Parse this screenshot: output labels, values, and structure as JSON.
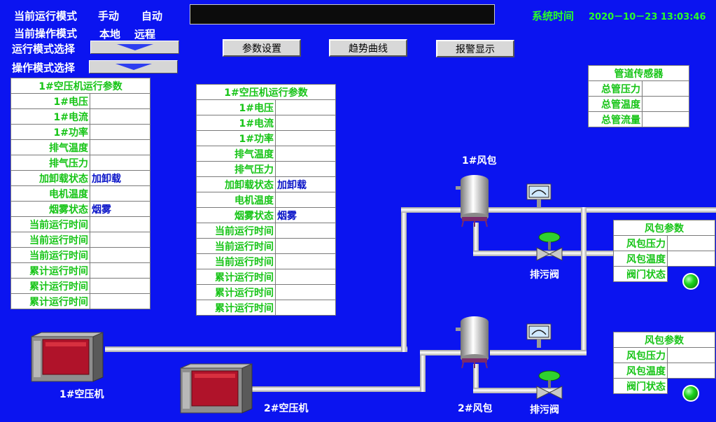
{
  "header": {
    "run_mode_label": "当前运行模式",
    "run_mode_manual": "手动",
    "run_mode_auto": "自动",
    "op_mode_label": "当前操作模式",
    "op_mode_local": "本地",
    "op_mode_remote": "远程",
    "run_mode_select_label": "运行模式选择",
    "op_mode_select_label": "操作模式选择",
    "system_time_label": "系统时间",
    "system_time_value": "2020－10－23  13:03:46"
  },
  "toolbar": {
    "params_label": "参数设置",
    "trend_label": "趋势曲线",
    "alarm_label": "报警显示"
  },
  "compressor_panels": [
    {
      "title": "1#空压机运行参数",
      "rows": [
        {
          "label": "1#电压",
          "value": ""
        },
        {
          "label": "1#电流",
          "value": ""
        },
        {
          "label": "1#功率",
          "value": ""
        },
        {
          "label": "排气温度",
          "value": ""
        },
        {
          "label": "排气压力",
          "value": ""
        },
        {
          "label": "加卸载状态",
          "value": "加卸载"
        },
        {
          "label": "电机温度",
          "value": ""
        },
        {
          "label": "烟雾状态",
          "value": "烟雾"
        },
        {
          "label": "当前运行时间",
          "value": ""
        },
        {
          "label": "当前运行时间",
          "value": ""
        },
        {
          "label": "当前运行时间",
          "value": ""
        },
        {
          "label": "累计运行时间",
          "value": ""
        },
        {
          "label": "累计运行时间",
          "value": ""
        },
        {
          "label": "累计运行时间",
          "value": ""
        }
      ]
    },
    {
      "title": "1#空压机运行参数",
      "rows": [
        {
          "label": "1#电压",
          "value": ""
        },
        {
          "label": "1#电流",
          "value": ""
        },
        {
          "label": "1#功率",
          "value": ""
        },
        {
          "label": "排气温度",
          "value": ""
        },
        {
          "label": "排气压力",
          "value": ""
        },
        {
          "label": "加卸载状态",
          "value": "加卸载"
        },
        {
          "label": "电机温度",
          "value": ""
        },
        {
          "label": "烟雾状态",
          "value": "烟雾"
        },
        {
          "label": "当前运行时间",
          "value": ""
        },
        {
          "label": "当前运行时间",
          "value": ""
        },
        {
          "label": "当前运行时间",
          "value": ""
        },
        {
          "label": "累计运行时间",
          "value": ""
        },
        {
          "label": "累计运行时间",
          "value": ""
        },
        {
          "label": "累计运行时间",
          "value": ""
        }
      ]
    }
  ],
  "pipe_sensor": {
    "title": "管道传感器",
    "rows": [
      {
        "label": "总管压力",
        "value": ""
      },
      {
        "label": "总管温度",
        "value": ""
      },
      {
        "label": "总管流量",
        "value": ""
      }
    ]
  },
  "tank_panels": [
    {
      "title": "风包参数",
      "rows": [
        {
          "label": "风包压力",
          "value": ""
        },
        {
          "label": "风包温度",
          "value": ""
        },
        {
          "label": "阀门状态",
          "value": ""
        }
      ]
    },
    {
      "title": "风包参数",
      "rows": [
        {
          "label": "风包压力",
          "value": ""
        },
        {
          "label": "风包温度",
          "value": ""
        },
        {
          "label": "阀门状态",
          "value": ""
        }
      ]
    }
  ],
  "equipment": {
    "compressor1": "1#空压机",
    "compressor2": "2#空压机",
    "tank1": "1#风包",
    "tank2": "2#风包",
    "drain_valve1": "排污阀",
    "drain_valve2": "排污阀"
  },
  "colors": {
    "background": "#0b14f0",
    "label_green": "#17c417",
    "value_blue": "#0a14c8",
    "lamp_green": "#1ad41a"
  },
  "icons": [
    "dropdown-triangle-icon",
    "air-compressor-icon",
    "air-tank-icon",
    "pressure-gauge-icon",
    "drain-valve-icon",
    "status-lamp-icon"
  ]
}
